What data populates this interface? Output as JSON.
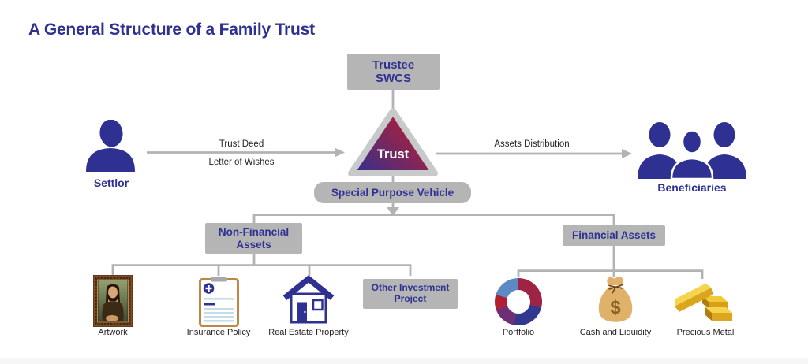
{
  "title": "A General Structure of a Family Trust",
  "trustee": {
    "line1": "Trustee",
    "line2": "SWCS"
  },
  "trust": {
    "label": "Trust"
  },
  "settlor": {
    "label": "Settlor"
  },
  "beneficiaries": {
    "label": "Beneficiaries"
  },
  "spv": {
    "label": "Special Purpose Vehicle"
  },
  "flows": {
    "trust_deed": "Trust Deed",
    "letter_of_wishes": "Letter of Wishes",
    "assets_distribution": "Assets Distribution"
  },
  "branches": {
    "non_financial": {
      "line1": "Non-Financial",
      "line2": "Assets",
      "children": [
        {
          "label": "Artwork",
          "icon": "artwork-painting-icon"
        },
        {
          "label": "Insurance Policy",
          "icon": "insurance-clipboard-icon"
        },
        {
          "label": "Real Estate Property",
          "icon": "house-icon"
        },
        {
          "line1": "Other Investment",
          "line2": "Project",
          "icon": "gray-box"
        }
      ]
    },
    "financial": {
      "label": "Financial Assets",
      "children": [
        {
          "label": "Portfolio",
          "icon": "portfolio-donut-icon"
        },
        {
          "label": "Cash and Liquidity",
          "icon": "money-bag-icon",
          "symbol": "$"
        },
        {
          "label": "Precious Metal",
          "icon": "gold-bars-icon"
        }
      ]
    }
  },
  "colors": {
    "navy": "#2e3192",
    "crimson": "#be1e2d",
    "box_gray": "#b5b5b6",
    "line_gray": "#b1b3b5",
    "text_black": "#231f20",
    "triangle_border": "#c8c9cb",
    "gold_bag": "#e0b269",
    "clipboard_brown": "#bf8648",
    "donut_segments": [
      "#9e2344",
      "#33388f",
      "#6d3075",
      "#b12031",
      "#5b8ac5"
    ]
  }
}
